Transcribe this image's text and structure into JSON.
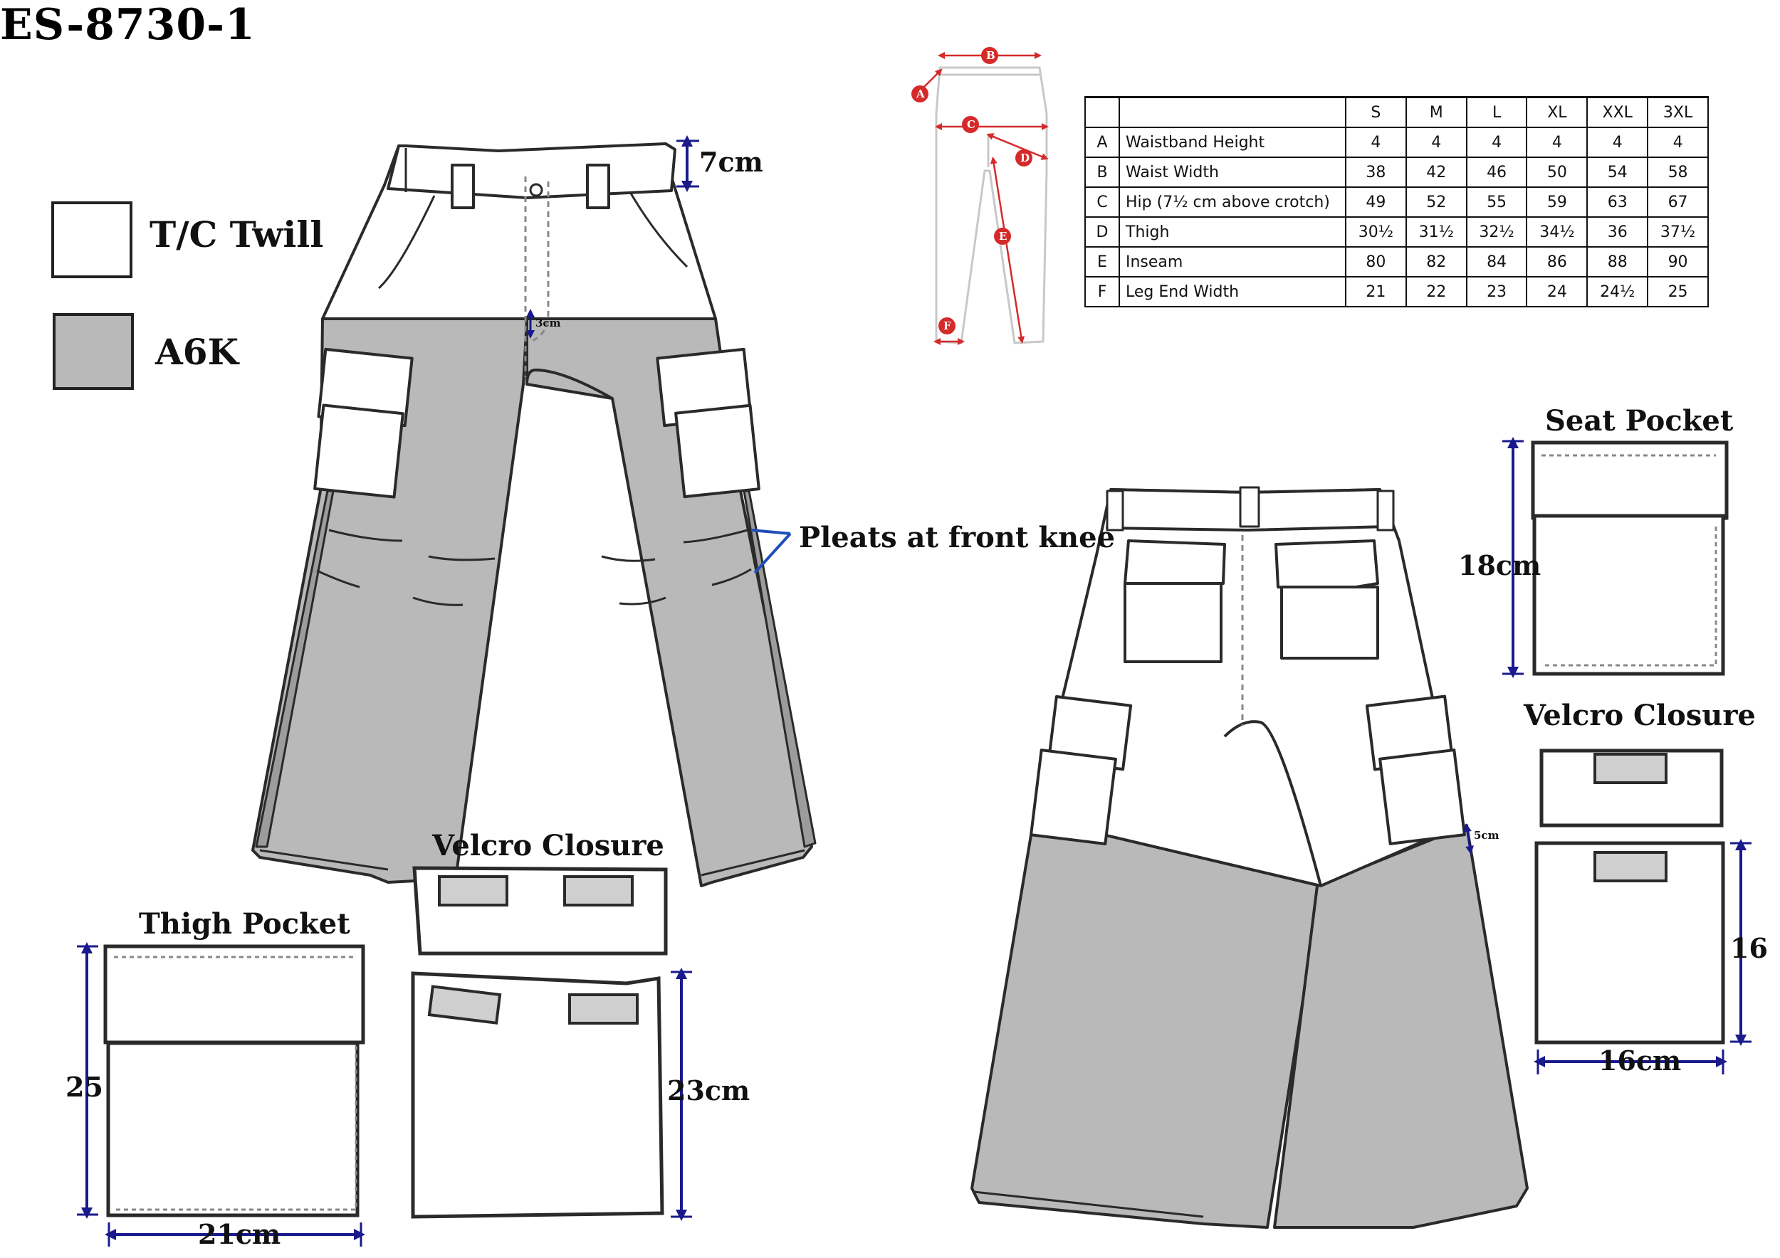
{
  "title": "ES-8730-1",
  "legend": [
    {
      "label": "T/C Twill",
      "color": "#ffffff"
    },
    {
      "label": "A6K",
      "color": "#b9b9b9"
    }
  ],
  "callouts": {
    "waistband": "7cm",
    "fly_gap": "3cm",
    "pleats": "Pleats at front knee",
    "back_gap": "5cm"
  },
  "thigh_pocket": {
    "title": "Thigh Pocket",
    "height": "25",
    "width": "21cm"
  },
  "front_velcro": {
    "title": "Velcro Closure",
    "height": "23cm"
  },
  "seat_pocket": {
    "title": "Seat Pocket",
    "height": "18cm"
  },
  "back_velcro": {
    "title": "Velcro Closure",
    "height": "16",
    "width": "16cm"
  },
  "diagram_keys": [
    "A",
    "B",
    "C",
    "D",
    "E",
    "F"
  ],
  "table": {
    "headers": [
      "",
      "",
      "S",
      "M",
      "L",
      "XL",
      "XXL",
      "3XL"
    ],
    "rows": [
      {
        "code": "A",
        "name": "Waistband Height",
        "values": [
          "4",
          "4",
          "4",
          "4",
          "4",
          "4"
        ]
      },
      {
        "code": "B",
        "name": "Waist Width",
        "values": [
          "38",
          "42",
          "46",
          "50",
          "54",
          "58"
        ]
      },
      {
        "code": "C",
        "name": "Hip (7½ cm above crotch)",
        "values": [
          "49",
          "52",
          "55",
          "59",
          "63",
          "67"
        ]
      },
      {
        "code": "D",
        "name": "Thigh",
        "values": [
          "30½",
          "31½",
          "32½",
          "34½",
          "36",
          "37½"
        ]
      },
      {
        "code": "E",
        "name": "Inseam",
        "values": [
          "80",
          "82",
          "84",
          "86",
          "88",
          "90"
        ]
      },
      {
        "code": "F",
        "name": "Leg End Width",
        "values": [
          "21",
          "22",
          "23",
          "24",
          "24½",
          "25"
        ]
      }
    ]
  },
  "colors": {
    "fabric_grey": "#b9b9b9",
    "dimension_blue": "#1a1a8c",
    "key_red": "#d42a2a"
  }
}
